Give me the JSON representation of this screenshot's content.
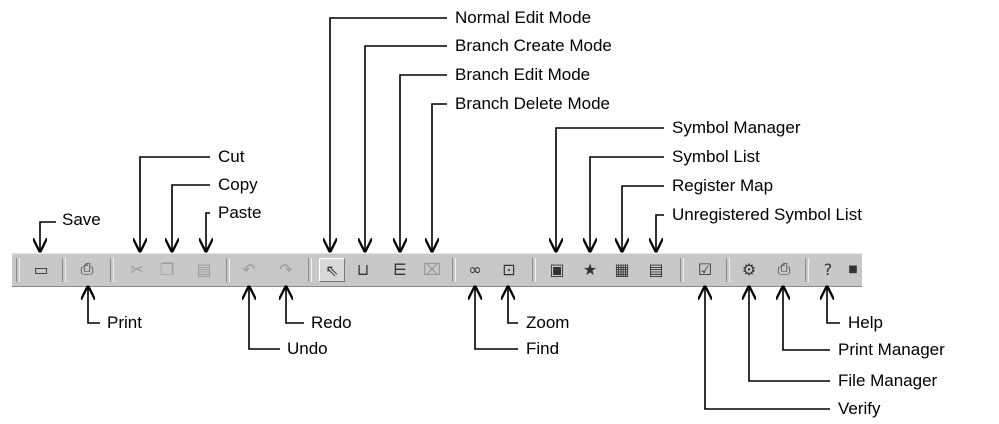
{
  "labels": {
    "save": "Save",
    "print": "Print",
    "cut": "Cut",
    "copy": "Copy",
    "paste": "Paste",
    "undo": "Undo",
    "redo": "Redo",
    "normal_edit": "Normal Edit Mode",
    "branch_create": "Branch Create Mode",
    "branch_edit": "Branch Edit Mode",
    "branch_delete": "Branch Delete Mode",
    "find": "Find",
    "zoom": "Zoom",
    "symbol_manager": "Symbol Manager",
    "symbol_list": "Symbol List",
    "register_map": "Register Map",
    "unregistered_symbol_list": "Unregistered Symbol List",
    "verify": "Verify",
    "file_manager": "File Manager",
    "print_manager": "Print Manager",
    "help": "Help"
  },
  "icons": {
    "save": "save-icon",
    "print": "print-icon",
    "cut": "cut-icon",
    "copy": "copy-icon",
    "paste": "paste-icon",
    "undo": "undo-icon",
    "redo": "redo-icon",
    "normal_edit": "pointer-icon",
    "branch_create": "branch-create-icon",
    "branch_edit": "branch-edit-icon",
    "branch_delete": "branch-delete-icon",
    "find": "binoculars-icon",
    "zoom": "zoom-icon",
    "symbol_manager": "symbol-manager-icon",
    "symbol_list": "symbol-list-icon",
    "register_map": "register-map-icon",
    "unregistered_symbol_list": "unregistered-symbol-list-icon",
    "verify": "verify-icon",
    "file_manager": "file-manager-icon",
    "print_manager": "print-manager-icon",
    "help": "help-icon"
  },
  "colors": {
    "toolbar_bg": "#c8c8c8",
    "line": "#000000"
  }
}
